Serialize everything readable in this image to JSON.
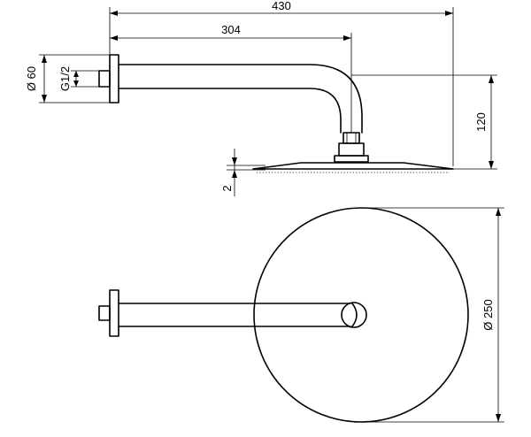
{
  "drawing": {
    "labels": {
      "overall_length": "430",
      "arm_length": "304",
      "flange_diameter": "Ø 60",
      "thread": "G1/2",
      "drop_height": "120",
      "head_thickness": "2",
      "head_diameter": "Ø 250"
    },
    "colors": {
      "ink": "#000000",
      "background": "#ffffff"
    }
  }
}
